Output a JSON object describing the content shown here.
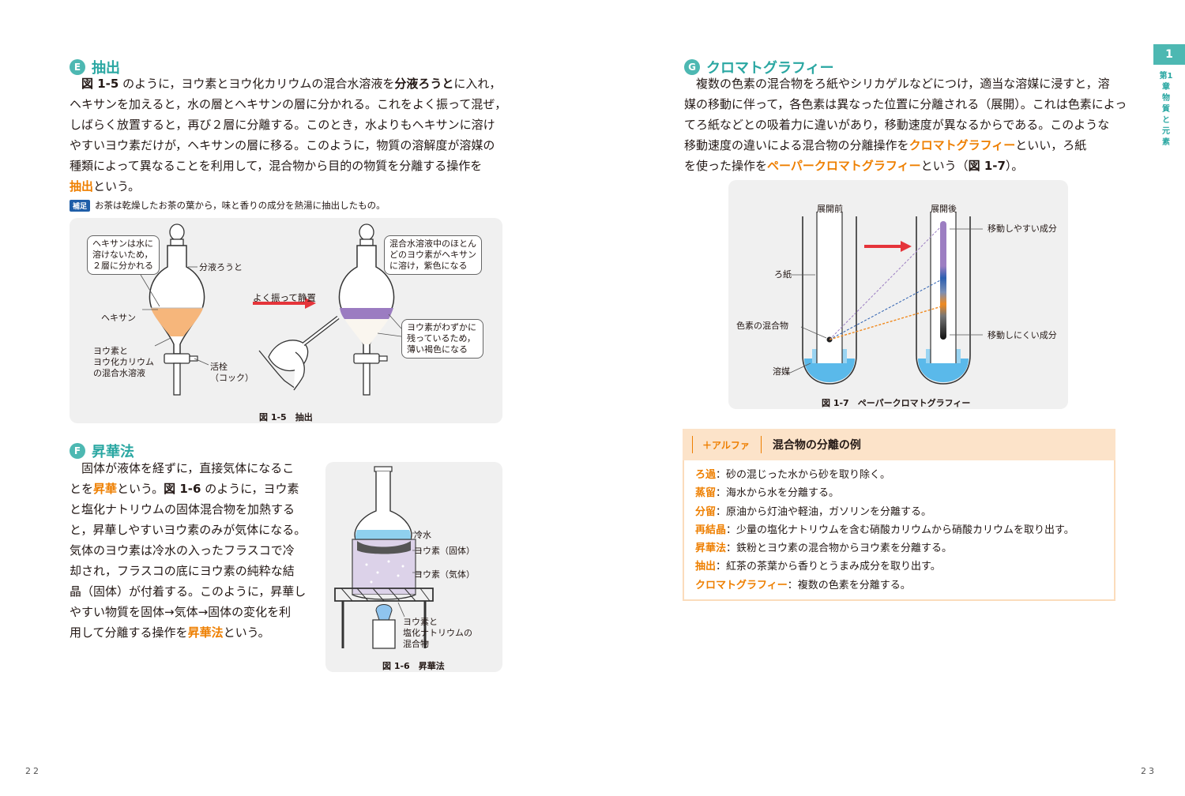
{
  "left": {
    "sectionE": {
      "badge": "E",
      "title": "抽出",
      "lines": [
        {
          "pre": "",
          "b": "図 1-5",
          "mid": " のように，ヨウ素とヨウ化カリウムの混合水溶液を",
          "b2": "分液ろうと",
          "post": "に入れ，"
        },
        {
          "pre": "ヘキサンを加えると，水の層とヘキサンの層に分かれる。これをよく振って混ぜ，"
        },
        {
          "pre": "しばらく放置すると，再び２層に分離する。このとき，水よりもヘキサンに溶け"
        },
        {
          "pre": "やすいヨウ素だけが，ヘキサンの層に移る。このように，物質の溶解度が溶媒の"
        },
        {
          "pre": "種類によって異なることを利用して，混合物から目的の物質を分離する操作を"
        },
        {
          "pre": "",
          "hl": "抽出",
          "post": "という。"
        }
      ],
      "note_tag": "補足",
      "note": "お茶は乾燥したお茶の葉から，味と香りの成分を熱湯に抽出したもの。",
      "figure": {
        "callout_left": "ヘキサンは水に\n溶けないため，\n２層に分かれる",
        "label_funnel": "分液ろうと",
        "label_hexane": "ヘキサン",
        "label_solution": "ヨウ素と\nヨウ化カリウム\nの混合水溶液",
        "label_cock": "活栓\n（コック）",
        "arrow_text": "よく振って静置",
        "callout_right_top": "混合水溶液中のほとん\nどのヨウ素がヘキサン\nに溶け，紫色になる",
        "callout_right_bottom": "ヨウ素がわずかに\n残っているため，\n薄い褐色になる",
        "caption": "図 1-5　抽出"
      }
    },
    "sectionF": {
      "badge": "F",
      "title": "昇華法",
      "lines": [
        {
          "pre": "固体が液体を経ずに，直接気体になるこ"
        },
        {
          "pre": "とを",
          "hl": "昇華",
          "post": "という。",
          "b": "図 1-6",
          "post2": " のように，ヨウ素"
        },
        {
          "pre": "と塩化ナトリウムの固体混合物を加熱する"
        },
        {
          "pre": "と，昇華しやすいヨウ素のみが気体になる。"
        },
        {
          "pre": "気体のヨウ素は冷水の入ったフラスコで冷"
        },
        {
          "pre": "却され，フラスコの底にヨウ素の純粋な結"
        },
        {
          "pre": "晶（固体）が付着する。このように，昇華し"
        },
        {
          "pre": "やすい物質を固体→気体→固体の変化を利"
        },
        {
          "pre": "用して分離する操作を",
          "hl": "昇華法",
          "post": "という。"
        }
      ],
      "figure": {
        "label_water": "冷水",
        "label_solid": "ヨウ素（固体）",
        "label_gas": "ヨウ素（気体）",
        "label_mix": "ヨウ素と\n塩化ナトリウムの\n混合物",
        "caption": "図 1-6　昇華法"
      }
    },
    "page_number": "22"
  },
  "right": {
    "sectionG": {
      "badge": "G",
      "title": "クロマトグラフィー",
      "lines": [
        {
          "pre": "複数の色素の混合物をろ紙やシリカゲルなどにつけ，適当な溶媒に浸すと，溶"
        },
        {
          "pre": "媒の移動に伴って，各色素は異なった位置に分離される（展開）。これは色素によっ"
        },
        {
          "pre": "てろ紙などとの吸着力に違いがあり，移動速度が異なるからである。このような"
        },
        {
          "pre": "移動速度の違いによる混合物の分離操作を",
          "hl": "クロマトグラフィー",
          "post": "といい，ろ紙"
        },
        {
          "pre": "を使った操作を",
          "hl": "ペーパークロマトグラフィー",
          "post": "という（",
          "b": "図 1-7",
          "post2": "）。"
        }
      ],
      "figure": {
        "label_before": "展開前",
        "label_after": "展開後",
        "label_paper": "ろ紙",
        "label_pigment": "色素の混合物",
        "label_solvent": "溶媒",
        "label_easy": "移動しやすい成分",
        "label_hard": "移動しにくい成分",
        "caption": "図 1-7　ペーパークロマトグラフィー"
      }
    },
    "alpha": {
      "tag": "＋アルファ",
      "title": "混合物の分離の例",
      "items": [
        {
          "term": "ろ過",
          "desc": "：砂の混じった水から砂を取り除く。"
        },
        {
          "term": "蒸留",
          "desc": "：海水から水を分離する。"
        },
        {
          "term": "分留",
          "desc": "：原油から灯油や軽油，ガソリンを分離する。"
        },
        {
          "term": "再結晶",
          "desc": "：少量の塩化ナトリウムを含む硝酸カリウムから硝酸カリウムを取り出す。"
        },
        {
          "term": "昇華法",
          "desc": "：鉄粉とヨウ素の混合物からヨウ素を分離する。"
        },
        {
          "term": "抽出",
          "desc": "：紅茶の茶葉から香りとうまみ成分を取り出す。"
        },
        {
          "term": "クロマトグラフィー",
          "desc": "：複数の色素を分離する。"
        }
      ]
    },
    "chapter_num": "1",
    "chapter_label": "第1章 物質と元素",
    "page_number": "23"
  }
}
